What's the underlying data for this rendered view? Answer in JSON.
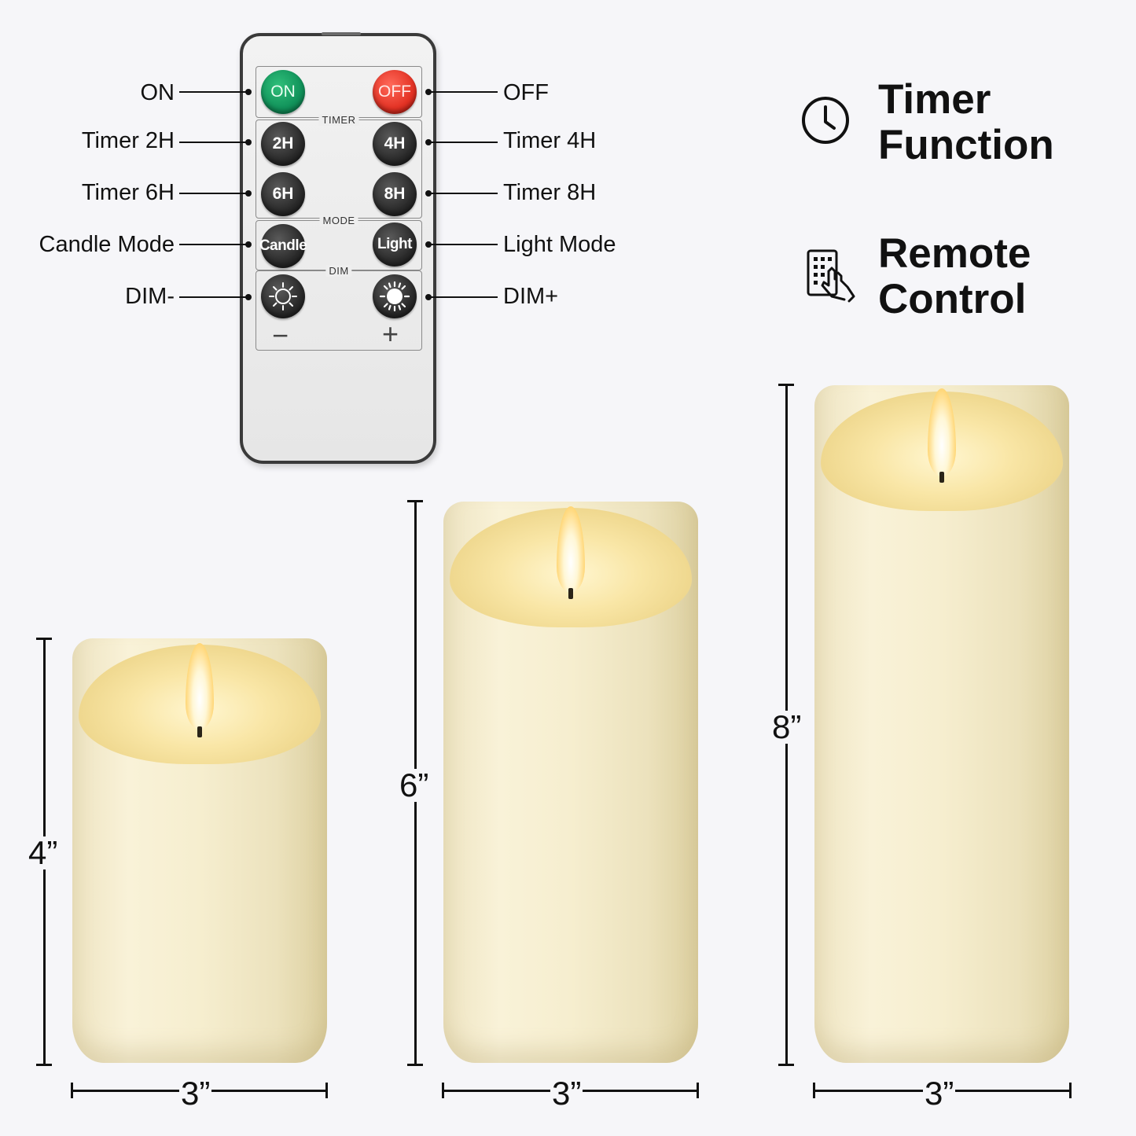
{
  "remote": {
    "panels": {
      "timer": "TIMER",
      "mode": "MODE",
      "dim": "DIM"
    },
    "buttons": {
      "on": "ON",
      "off": "OFF",
      "t2": "2H",
      "t4": "4H",
      "t6": "6H",
      "t8": "8H",
      "candle": "Candle",
      "light": "Light"
    },
    "signs": {
      "minus": "−",
      "plus": "+"
    },
    "icons": {
      "dim_minus": "sun-outline-icon",
      "dim_plus": "sun-bright-icon"
    },
    "colors": {
      "on": "#11925a",
      "off": "#e33224",
      "dark": "#2a2a2a"
    }
  },
  "callouts": {
    "left": [
      "ON",
      "Timer 2H",
      "Timer 6H",
      "Candle Mode",
      "DIM-"
    ],
    "right": [
      "OFF",
      "Timer 4H",
      "Timer 8H",
      "Light Mode",
      "DIM+"
    ]
  },
  "features": [
    {
      "icon": "clock-icon",
      "line1": "Timer",
      "line2": "Function"
    },
    {
      "icon": "remote-hand-icon",
      "line1": "Remote",
      "line2": "Control"
    }
  ],
  "candles": [
    {
      "height": "4”",
      "width": "3”"
    },
    {
      "height": "6”",
      "width": "3”"
    },
    {
      "height": "8”",
      "width": "3”"
    }
  ]
}
